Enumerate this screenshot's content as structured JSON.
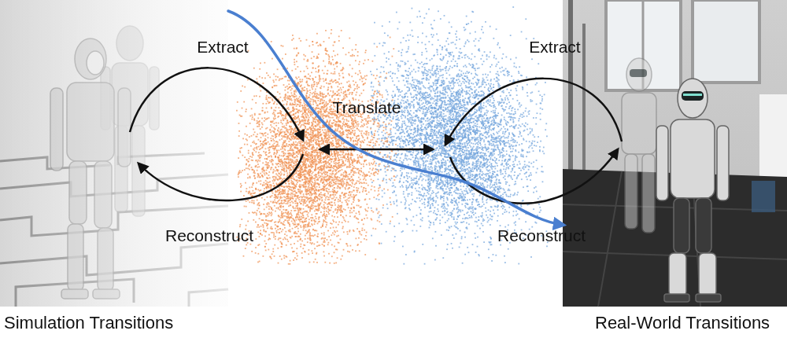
{
  "diagram": {
    "nodes": [
      {
        "text": [
          "Simulation Transitions"
        ]
      },
      {
        "text": [
          "Real-World Transitions"
        ]
      }
    ],
    "edges": [
      {
        "from": 0,
        "to": 1,
        "arrow": "to"
      }
    ],
    "labels": [
      "Extract",
      "Extract",
      "Translate",
      "Reconstruct",
      "Reconstruct"
    ]
  }
}
